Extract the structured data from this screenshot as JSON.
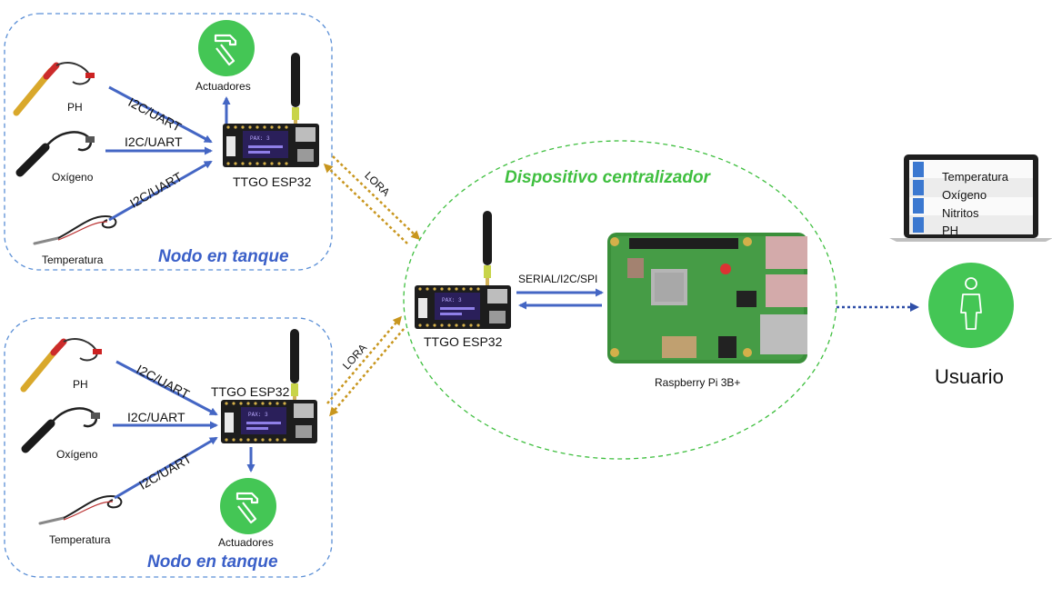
{
  "nodes": [
    {
      "title": "Nodo en tanque",
      "sensors": [
        "PH",
        "Oxígeno",
        "Temperatura"
      ],
      "links": [
        "I2C/UART",
        "I2C/UART",
        "I2C/UART"
      ],
      "board": "TTGO ESP32",
      "actuators": "Actuadores",
      "radio": "LORA"
    },
    {
      "title": "Nodo en tanque",
      "sensors": [
        "PH",
        "Oxígeno",
        "Temperatura"
      ],
      "links": [
        "I2C/UART",
        "I2C/UART",
        "I2C/UART"
      ],
      "board": "TTGO ESP32",
      "actuators": "Actuadores",
      "radio": "LORA"
    }
  ],
  "central": {
    "title": "Dispositivo centralizador",
    "board": "TTGO ESP32",
    "link": "SERIAL/I2C/SPI",
    "pi": "Raspberry Pi 3B+"
  },
  "user": {
    "label": "Usuario",
    "screen_items": [
      "Temperatura",
      "Oxígeno",
      "Nitritos",
      "PH"
    ]
  },
  "colors": {
    "blue_arrow": "#4466c4",
    "lora": "#c8961e",
    "green": "#44c655",
    "node_border": "#5b8fd6",
    "central_border": "#3fbf3f",
    "user_arrow": "#2f4fa8"
  },
  "icons": [
    "ph-probe-icon",
    "oxygen-probe-icon",
    "temperature-probe-icon",
    "hammer-icon",
    "esp32-board-icon",
    "antenna-icon",
    "raspberry-pi-icon",
    "laptop-icon",
    "user-icon"
  ]
}
